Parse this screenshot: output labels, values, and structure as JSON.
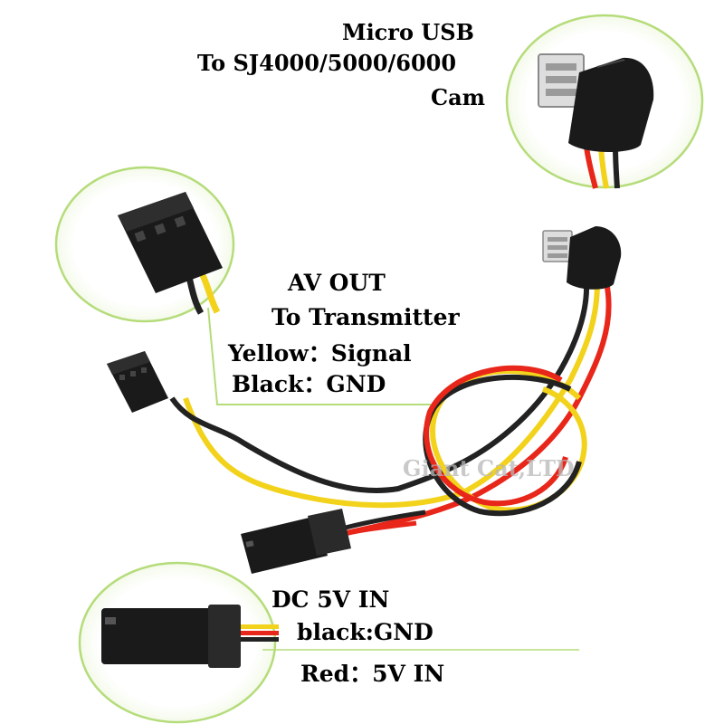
{
  "usb": {
    "line1": "Micro USB",
    "line2": "To SJ4000/5000/6000",
    "line3": "Cam"
  },
  "av": {
    "title": "AV OUT",
    "subtitle": "To Transmitter",
    "yellow": "Yellow：Signal",
    "black": "Black：GND"
  },
  "dc": {
    "title": "DC 5V IN",
    "black": "black:GND",
    "red": "Red：5V IN"
  },
  "watermark": "Giant Cat,LTD",
  "colors": {
    "callout_green": "#b5dc7a",
    "wire_yellow": "#f2d21a",
    "wire_black": "#222222",
    "wire_red": "#e8261a",
    "plug_black": "#1a1a1a"
  }
}
